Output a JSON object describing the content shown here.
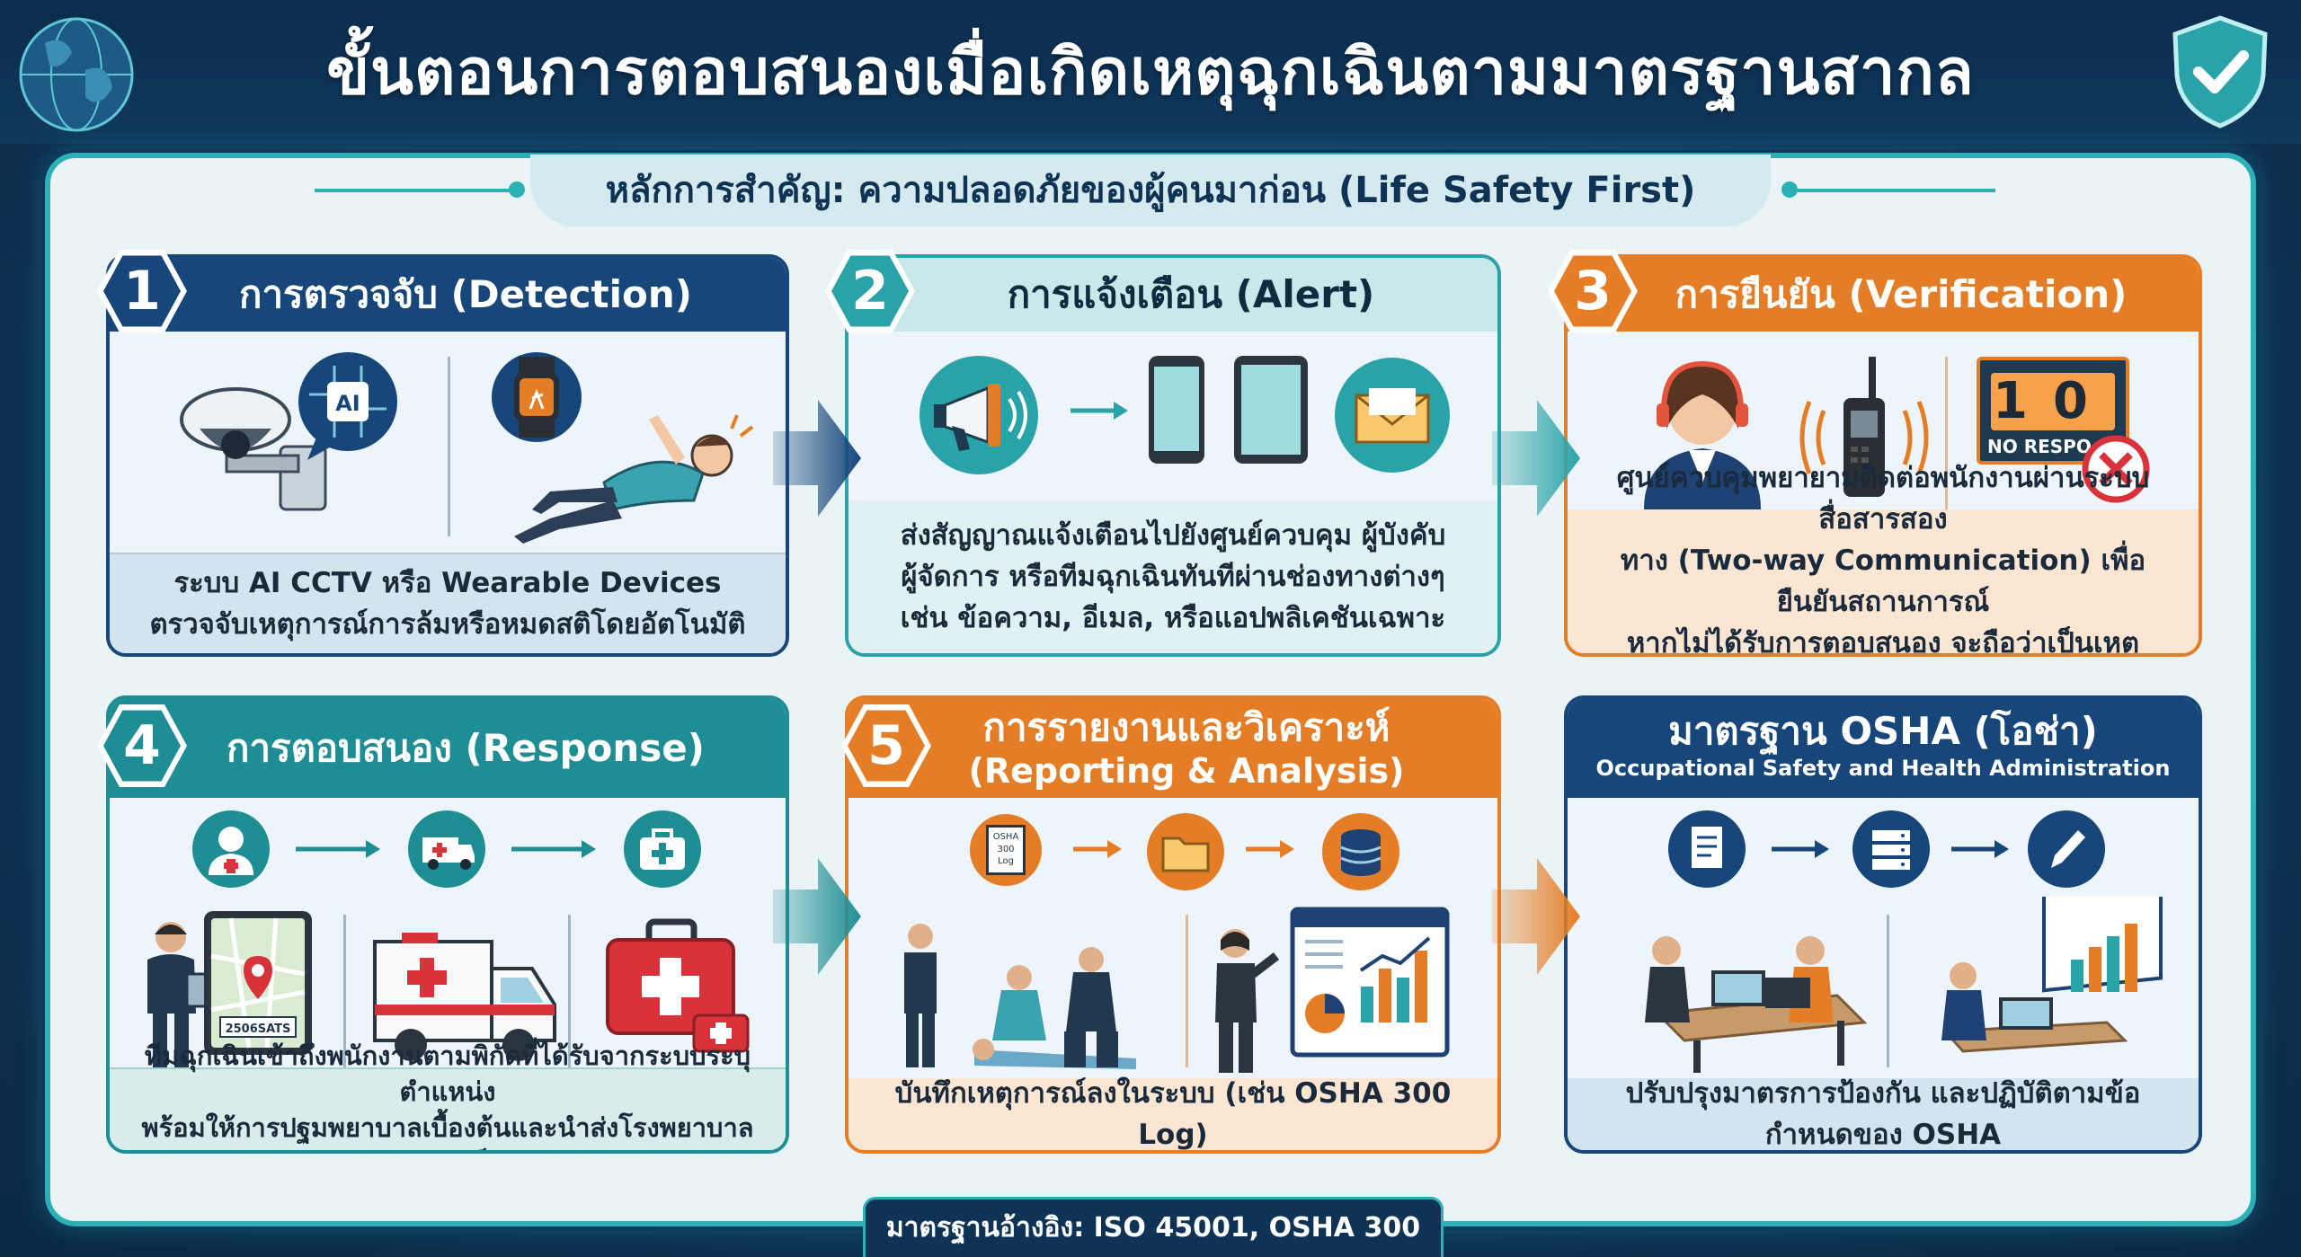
{
  "title": "ขั้นตอนการตอบสนองเมื่อเกิดเหตุฉุกเฉินตามมาตรฐานสากล",
  "principle": "หลักการสำคัญ: ความปลอดภัยของผู้คนมาก่อน (Life Safety First)",
  "colors": {
    "navy": "#16467a",
    "teal": "#2aa3a8",
    "orange": "#e57d26",
    "bg_dark": "#0f3558"
  },
  "steps": [
    {
      "number": "1",
      "title": "การตรวจจับ (Detection)",
      "desc": [
        "ระบบ AI CCTV หรือ Wearable Devices",
        "ตรวจจับเหตุการณ์การล้มหรือหมดสติโดยอัตโนมัติ"
      ],
      "icons": [
        "cctv-camera-icon",
        "ai-chip-icon",
        "smartwatch-icon",
        "fallen-person-icon"
      ]
    },
    {
      "number": "2",
      "title": "การแจ้งเตือน (Alert)",
      "desc": [
        "ส่งสัญญาณแจ้งเตือนไปยังศูนย์ควบคุม ผู้บังคับ",
        "ผู้จัดการ หรือทีมฉุกเฉินทันทีผ่านช่องทางต่างๆ",
        "เช่น ข้อความ, อีเมล, หรือแอปพลิเคชันเฉพาะ"
      ],
      "icons": [
        "megaphone-icon",
        "smartphone-icon",
        "tablet-icon",
        "email-icon"
      ]
    },
    {
      "number": "3",
      "title": "การยืนยัน (Verification)",
      "desc": [
        "ศูนย์ควบคุมพยายามติดต่อพนักงานผ่านระบบสื่อสารสอง",
        "ทาง (Two-way Communication) เพื่อยืนยันสถานการณ์",
        "หากไม่ได้รับการตอบสนอง จะถือว่าเป็นเหตุฉุกเฉินจริง"
      ],
      "timer": "10",
      "no_response": "NO RESPO",
      "icons": [
        "operator-headset-icon",
        "walkie-talkie-icon",
        "timer-icon",
        "no-response-icon"
      ]
    },
    {
      "number": "4",
      "title": "การตอบสนอง (Response)",
      "desc": [
        "ทีมฉุกเฉินเข้าถึงพนักงานตามพิกัดที่ได้รับจากระบบระบุตำแหน่ง",
        "พร้อมให้การปฐมพยาบาลเบื้องต้นและนำส่งโรงพยาบาลหากจำเป็น"
      ],
      "map_label": "2506SATS",
      "icons": [
        "medic-icon",
        "ambulance-icon",
        "first-aid-kit-icon",
        "map-tablet-icon"
      ]
    },
    {
      "number": "5",
      "title_line1": "การรายงานและวิเคราะห์",
      "title_line2": "(Reporting & Analysis)",
      "desc": [
        "บันทึกเหตุการณ์ลงในระบบ (เช่น OSHA 300 Log)"
      ],
      "clipboard_text": [
        "OSHA",
        "300",
        "Log"
      ],
      "icons": [
        "clipboard-icon",
        "folder-icon",
        "database-icon",
        "dashboard-icon"
      ]
    }
  ],
  "osha": {
    "title": "มาตรฐาน OSHA (โอช่า)",
    "subtitle": "Occupational Safety and Health Administration",
    "desc": [
      "ปรับปรุงมาตรการป้องกัน และปฏิบัติตามข้อกำหนดของ OSHA"
    ],
    "icons": [
      "document-icon",
      "server-icon",
      "pen-icon",
      "office-workers-icon"
    ]
  },
  "footer": "มาตรฐานอ้างอิง: ISO 45001, OSHA 300"
}
